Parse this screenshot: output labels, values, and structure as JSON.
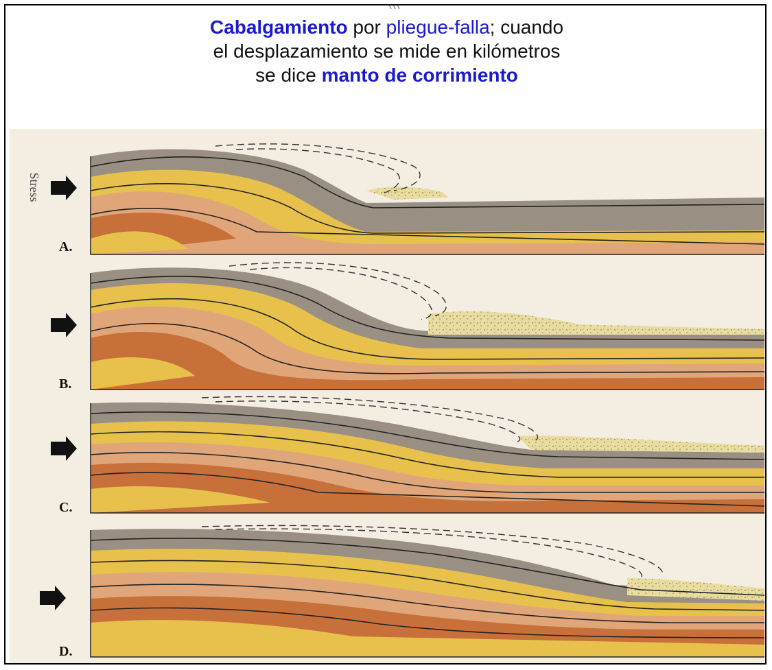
{
  "title": {
    "line1_term": "Cabalgamiento",
    "line1_mid": " por ",
    "line1_term2": "pliegue-falla",
    "line1_end": "; cuando",
    "line2": "el desplazamiento se mide en kilómetros",
    "line3_start": "se dice ",
    "line3_term": "manto de corrimiento"
  },
  "figure": {
    "stress_label": "Stress",
    "panels": [
      {
        "label": "A."
      },
      {
        "label": "B."
      },
      {
        "label": "C."
      },
      {
        "label": "D."
      }
    ]
  },
  "colors": {
    "title_blue": "#1a1ad0",
    "layer_gray": "#9a8f83",
    "layer_yellow": "#e8c14c",
    "layer_tan": "#e0a67a",
    "layer_rust": "#c8703a",
    "background": "#f3ede2"
  }
}
